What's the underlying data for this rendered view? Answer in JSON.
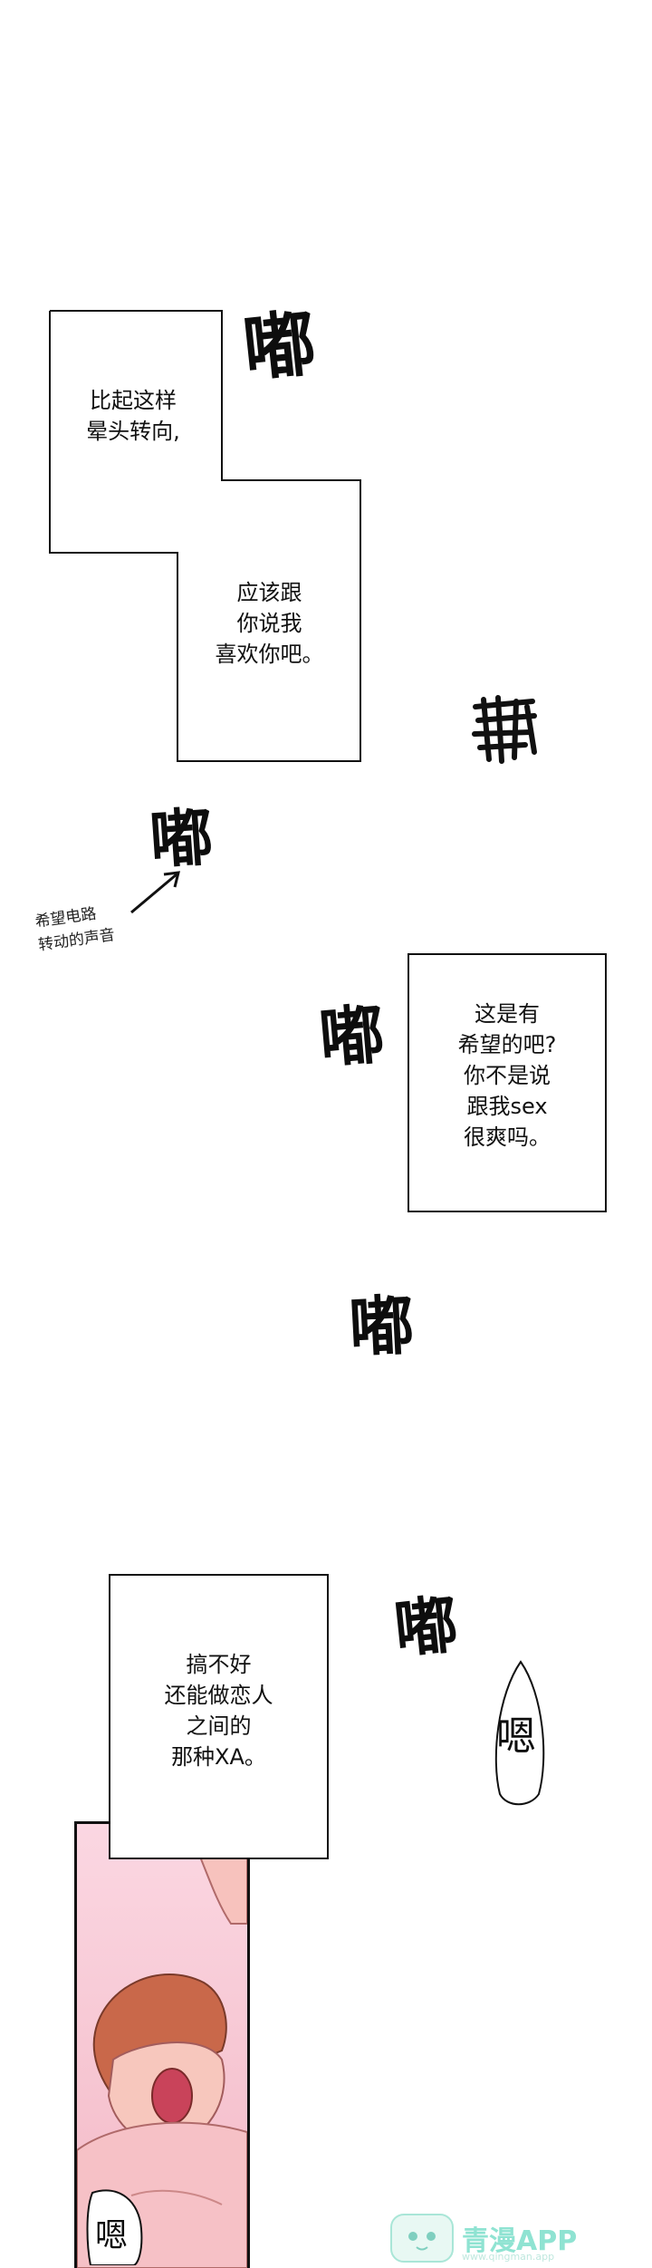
{
  "captions": {
    "box1": "比起这样\n晕头转向,",
    "box2": "应该跟\n你说我\n喜欢你吧。",
    "box3": "这是有\n希望的吧?\n你不是说\n跟我sex\n很爽吗。",
    "box4": "搞不好\n还能做恋人\n之间的\n那种XA。"
  },
  "sfx": {
    "du1": "嘟",
    "du2": "嘟",
    "du3": "嘟",
    "du4": "嘟",
    "du5": "嘟",
    "en1": "嗯",
    "en2": "嗯"
  },
  "note": "希望电路\n转动的声音",
  "watermark": {
    "brand": "青漫APP",
    "url": "www.qingman.app"
  },
  "colors": {
    "skin": "#f6c1c6",
    "panel_bg": "#f9cdd8",
    "hair": "#c9684a",
    "logo": "#8fe3d2"
  }
}
